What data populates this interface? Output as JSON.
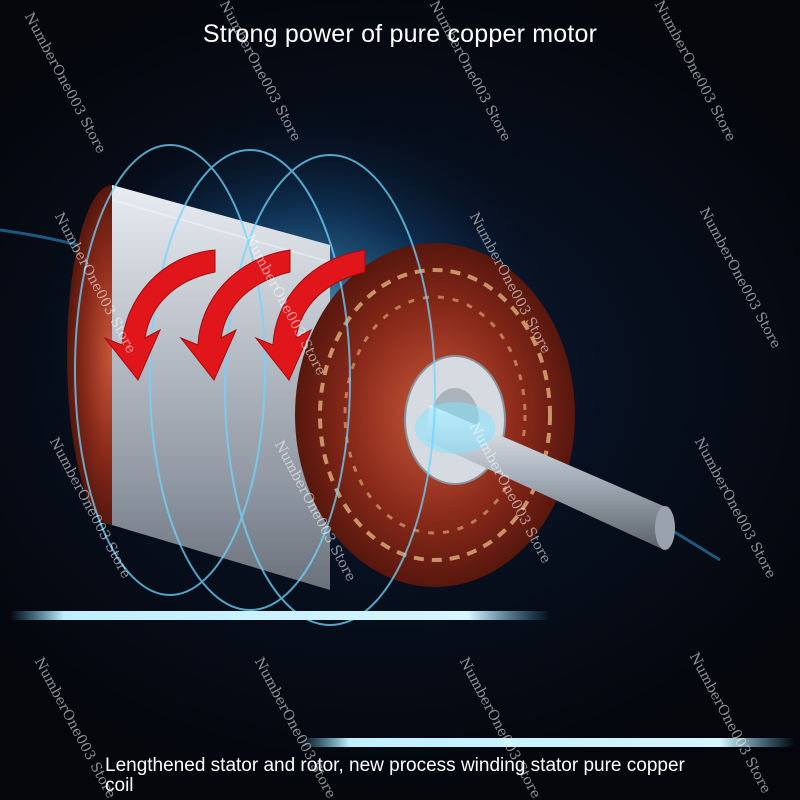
{
  "headline": "Strong power of pure copper motor",
  "caption": "Lengthened stator and rotor, new process winding stator pure copper coil",
  "watermark": "NumberOne003 Store",
  "colors": {
    "glow": "#5ad2ff",
    "copper": "#8a2a1a",
    "arrow": "#e0161b",
    "steel": "#c9ced6",
    "background": "#05070d"
  }
}
